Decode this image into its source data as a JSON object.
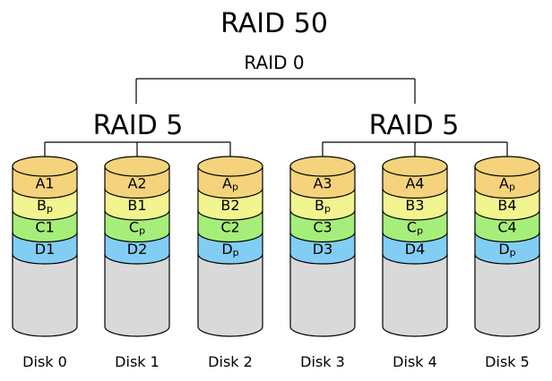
{
  "title": "RAID 50",
  "top_level_label": "RAID 0",
  "groups": [
    {
      "label": "RAID 5",
      "disks": [
        {
          "name": "Disk 0",
          "cells": [
            {
              "text": "A1",
              "sub": ""
            },
            {
              "text": "B",
              "sub": "p"
            },
            {
              "text": "C1",
              "sub": ""
            },
            {
              "text": "D1",
              "sub": ""
            }
          ]
        },
        {
          "name": "Disk 1",
          "cells": [
            {
              "text": "A2",
              "sub": ""
            },
            {
              "text": "B1",
              "sub": ""
            },
            {
              "text": "C",
              "sub": "p"
            },
            {
              "text": "D2",
              "sub": ""
            }
          ]
        },
        {
          "name": "Disk 2",
          "cells": [
            {
              "text": "A",
              "sub": "p"
            },
            {
              "text": "B2",
              "sub": ""
            },
            {
              "text": "C2",
              "sub": ""
            },
            {
              "text": "D",
              "sub": "p"
            }
          ]
        }
      ]
    },
    {
      "label": "RAID 5",
      "disks": [
        {
          "name": "Disk 3",
          "cells": [
            {
              "text": "A3",
              "sub": ""
            },
            {
              "text": "B",
              "sub": "p"
            },
            {
              "text": "C3",
              "sub": ""
            },
            {
              "text": "D3",
              "sub": ""
            }
          ]
        },
        {
          "name": "Disk 4",
          "cells": [
            {
              "text": "A4",
              "sub": ""
            },
            {
              "text": "B3",
              "sub": ""
            },
            {
              "text": "C",
              "sub": "p"
            },
            {
              "text": "D4",
              "sub": ""
            }
          ]
        },
        {
          "name": "Disk 5",
          "cells": [
            {
              "text": "A",
              "sub": "p"
            },
            {
              "text": "B4",
              "sub": ""
            },
            {
              "text": "C4",
              "sub": ""
            },
            {
              "text": "D",
              "sub": "p"
            }
          ]
        }
      ]
    }
  ],
  "colors": {
    "row_a": "#f5d37c",
    "row_b": "#f1f48f",
    "row_c": "#a6ee7a",
    "row_d": "#82cdf4",
    "empty": "#d9d9d9",
    "outline": "#000000"
  }
}
